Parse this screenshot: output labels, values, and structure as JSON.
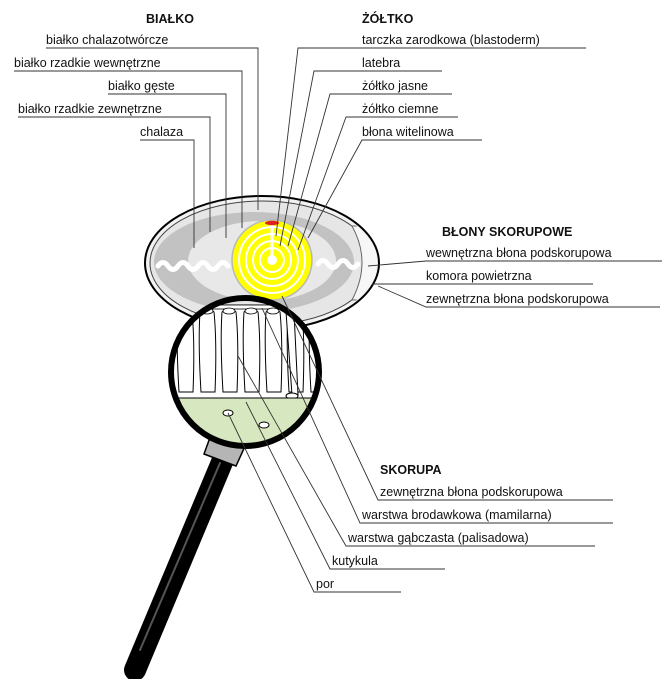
{
  "groups": {
    "bialko": {
      "title": "BIAŁKO",
      "labels": [
        "białko chalazotwórcze",
        "białko rzadkie wewnętrzne",
        "białko gęste",
        "białko rzadkie zewnętrzne",
        "chalaza"
      ]
    },
    "zoltko": {
      "title": "ŻÓŁTKO",
      "labels": [
        "tarczka zarodkowa (blastoderm)",
        "latebra",
        "żółtko jasne",
        "żółtko ciemne",
        "błona witelinowa"
      ]
    },
    "blony": {
      "title": "BŁONY SKORUPOWE",
      "labels": [
        "wewnętrzna błona podskorupowa",
        "komora powietrzna",
        "zewnętrzna błona podskorupowa"
      ]
    },
    "skorupa": {
      "title": "SKORUPA",
      "labels": [
        "zewnętrzna błona podskorupowa",
        "warstwa brodawkowa (mamilarna)",
        "warstwa gąbczasta (palisadowa)",
        "kutykula",
        "por"
      ]
    }
  },
  "colors": {
    "yolk": "#ffff00",
    "yolk_center": "#ffffff",
    "blastoderm": "#e02020",
    "albumen_outer": "#e6e6e6",
    "albumen_thick": "#c2c2c2",
    "cuticle": "#d7e7bf",
    "handle": "#000000",
    "neck": "#b5b5b5"
  },
  "icons": {
    "magnifier": "magnifying-glass-icon",
    "egg": "egg-cross-section-icon"
  }
}
